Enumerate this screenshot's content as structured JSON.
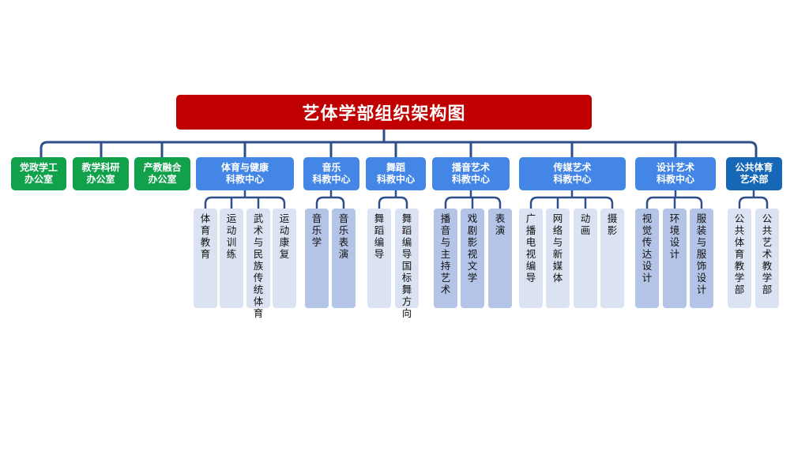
{
  "title": "艺体学部组织架构图",
  "colors": {
    "title_bg": "#c00000",
    "office_green": "#12a14b",
    "center_blue": "#4486e6",
    "public_navy": "#1667b5",
    "line": "#2f4e8c",
    "sub_light": "#dbe3f3",
    "sub_dark": "#b3c4e7"
  },
  "departments": [
    {
      "lines": [
        "党政学工",
        "办公室"
      ],
      "children": []
    },
    {
      "lines": [
        "教学科研",
        "办公室"
      ],
      "children": []
    },
    {
      "lines": [
        "产教融合",
        "办公室"
      ],
      "children": []
    },
    {
      "lines": [
        "体育与健康",
        "科教中心"
      ],
      "children": [
        "体育教育",
        "运动训练",
        "武术与民族传统体育",
        "运动康复"
      ]
    },
    {
      "lines": [
        "音乐",
        "科教中心"
      ],
      "children": [
        "音乐学",
        "音乐表演"
      ]
    },
    {
      "lines": [
        "舞蹈",
        "科教中心"
      ],
      "children": [
        "舞蹈编导",
        "舞蹈编导国标舞方向"
      ]
    },
    {
      "lines": [
        "播音艺术",
        "科教中心"
      ],
      "children": [
        "播音与主持艺术",
        "戏剧影视文学",
        "表演"
      ]
    },
    {
      "lines": [
        "传媒艺术",
        "科教中心"
      ],
      "children": [
        "广播电视编导",
        "网络与新媒体",
        "动画",
        "摄影"
      ]
    },
    {
      "lines": [
        "设计艺术",
        "科教中心"
      ],
      "children": [
        "视觉传达设计",
        "环境设计",
        "服装与服饰设计"
      ]
    },
    {
      "lines": [
        "公共体育",
        "艺术部"
      ],
      "children": [
        "公共体育教学部",
        "公共艺术教学部"
      ]
    }
  ]
}
